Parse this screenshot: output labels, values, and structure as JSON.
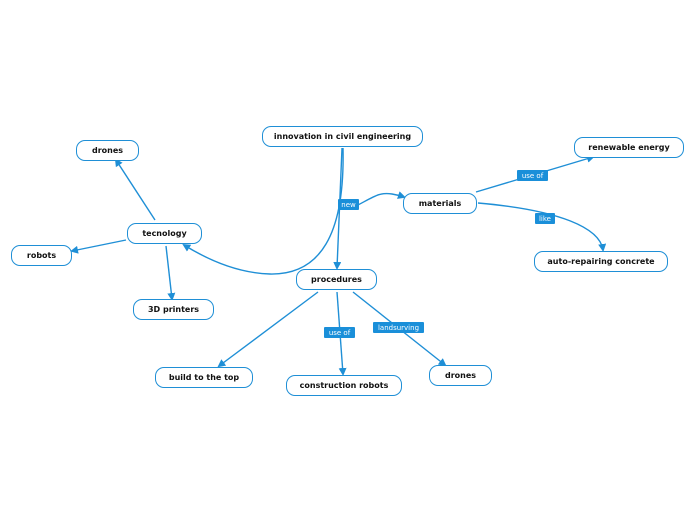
{
  "colors": {
    "edge": "#1f8fd6",
    "label_bg": "#1a8fd9",
    "node_border": "#1f8fd6"
  },
  "nodes": {
    "root": "innovation in civil engineering",
    "tecnology": "tecnology",
    "drones_top": "drones",
    "robots": "robots",
    "printers": "3D printers",
    "procedures": "procedures",
    "build": "build to the top",
    "construction": "construction robots",
    "drones_bottom": "drones",
    "materials": "materials",
    "renewable": "renewable energy",
    "concrete": "auto-repairing concrete"
  },
  "edge_labels": {
    "new": "new",
    "use_of_materials": "use of",
    "like": "like",
    "use_of_procedures": "use of",
    "landsurving": "landsurving"
  }
}
